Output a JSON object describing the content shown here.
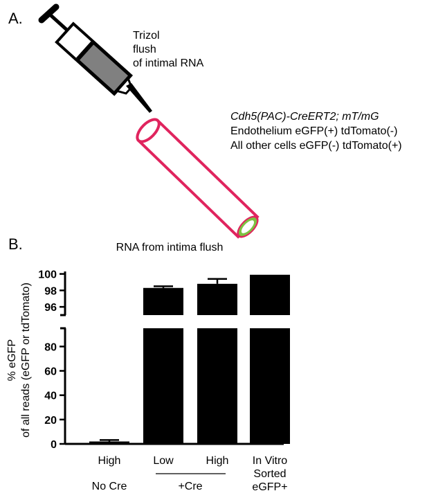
{
  "panel_a": {
    "label": "A.",
    "syringe_note": [
      "Trizol",
      "flush",
      "of intimal RNA"
    ],
    "genotype": "Cdh5(PAC)-CreERT2; mT/mG",
    "line2": "Endothelium eGFP(+) tdTomato(-)",
    "line3": "All other cells eGFP(-) tdTomato(+)",
    "colors": {
      "vessel_outline": "#e0245e",
      "vessel_inner": "#7cc242",
      "syringe_fill": "#808080"
    }
  },
  "panel_b": {
    "label": "B.",
    "title": "RNA from intima flush",
    "group_labels": [
      "No Cre",
      "+Cre"
    ],
    "extra_label": [
      "Sorted",
      "eGFP+"
    ]
  },
  "chart_data": {
    "type": "bar",
    "title": "RNA from intima flush",
    "ylabel": "% eGFP of all reads (eGFP or tdTomato)",
    "ylabel_lines": [
      "% eGFP",
      "of all reads (eGFP or tdTomato)"
    ],
    "categories": [
      "High",
      "Low",
      "High",
      "In Vitro"
    ],
    "values": [
      2,
      98.3,
      98.8,
      99.9
    ],
    "errors": [
      1.2,
      0.2,
      0.6,
      0
    ],
    "axis_break": true,
    "lower_segment": {
      "ylim": [
        0,
        95
      ],
      "ticks": [
        "0",
        "20",
        "40",
        "60",
        "80"
      ]
    },
    "upper_segment": {
      "ylim": [
        95,
        100.3
      ],
      "ticks": [
        "96",
        "98",
        "100"
      ]
    },
    "grid": false,
    "colors": {
      "bar": "#000000"
    }
  }
}
